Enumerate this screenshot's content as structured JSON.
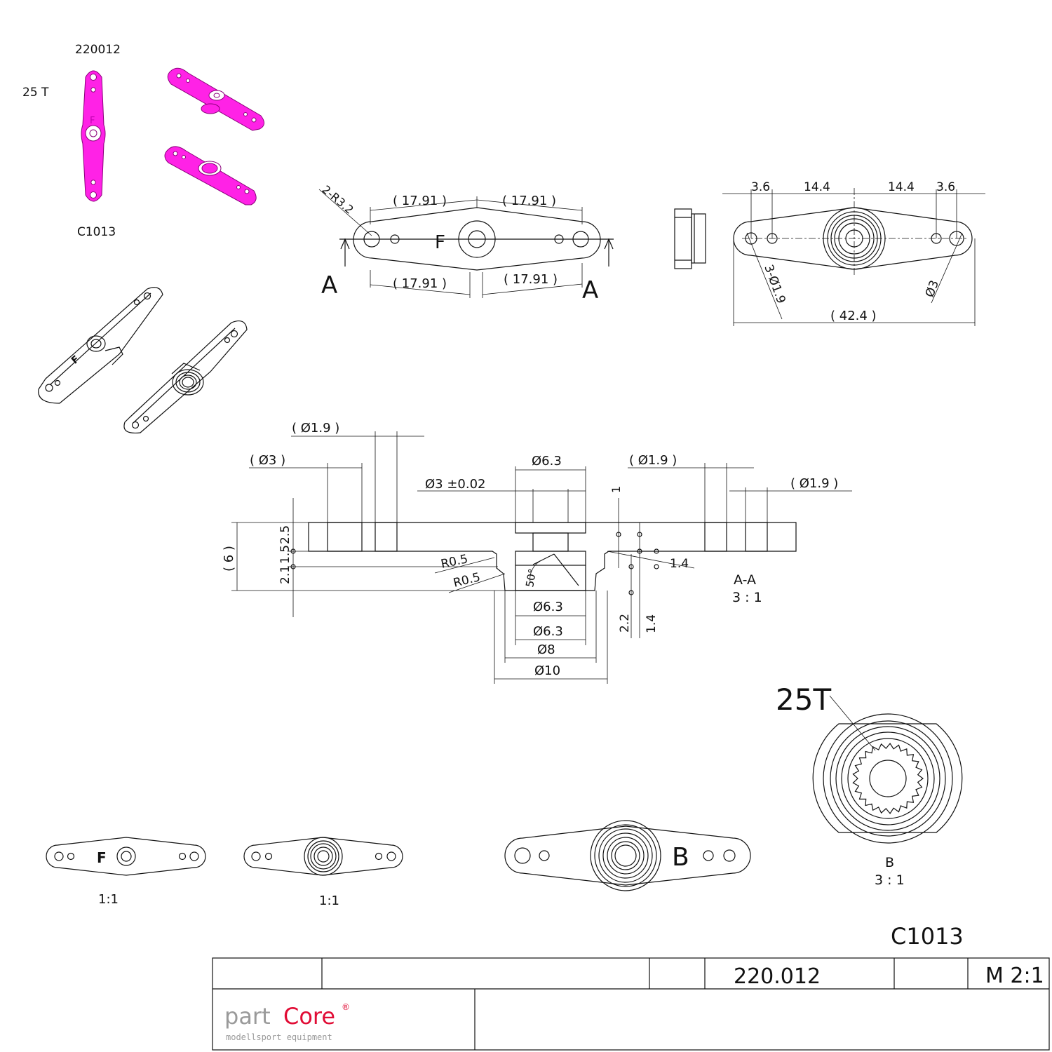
{
  "header": {
    "part_number_top": "220012",
    "teeth_label": "25 T",
    "variant_code": "C1013"
  },
  "views": {
    "top_section_label_left": "A",
    "top_section_label_right": "A",
    "top_radius": "2-R3.2",
    "top_dims": [
      "( 17.91 )",
      "( 17.91 )",
      "( 17.91 )",
      "( 17.91 )"
    ],
    "arm_letter": "F",
    "right_dims": [
      "3.6",
      "14.4",
      "14.4",
      "3.6"
    ],
    "right_hole_label": "3-Ø1.9",
    "right_big_hole": "Ø3",
    "right_total": "( 42.4 )"
  },
  "section": {
    "title": "A-A",
    "scale": "3 : 1",
    "dia_1_9_a": "( Ø1.9 )",
    "dia_3": "( Ø3 )",
    "dia_6_3_top": "Ø6.3",
    "dia_3_tol": "Ø3 ±0.02",
    "dia_1_9_b": "( Ø1.9 )",
    "dia_1_9_c": "( Ø1.9 )",
    "dim_1": "1",
    "height_total": "( 6 )",
    "h_2_5": "2.5",
    "h_1_5": "1.5",
    "h_2_1": "2.1",
    "r_a": "R0.5",
    "r_b": "R0.5",
    "angle": "50°",
    "dim_1_4_a": "1.4",
    "dim_2_2": "2.2",
    "dim_1_4_b": "1.4",
    "dia_6_3_b": "Ø6.3",
    "dia_6_3_c": "Ø6.3",
    "dia_8": "Ø8",
    "dia_10": "Ø10"
  },
  "detail": {
    "teeth": "25T",
    "title": "B",
    "scale": "3 : 1",
    "callout": "B"
  },
  "small_views": {
    "scale_left": "1:1",
    "scale_mid": "1:1"
  },
  "title_block": {
    "code": "C1013",
    "drawing_number": "220.012",
    "scale": "M 2:1",
    "logo_part": "part",
    "logo_core": "Core",
    "logo_reg": "®",
    "tagline": "modellsport equipment"
  }
}
